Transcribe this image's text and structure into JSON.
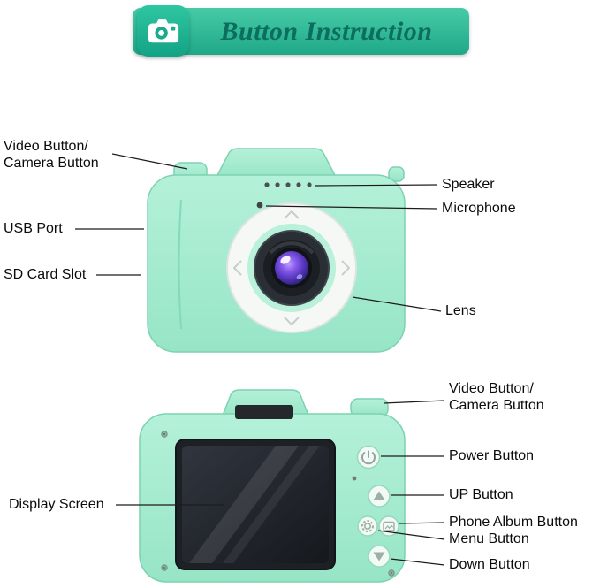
{
  "header": {
    "title": "Button Instruction",
    "icon": "camera-icon"
  },
  "front_view": {
    "video_camera_button": "Video Button/\nCamera Button",
    "usb_port": "USB Port",
    "sd_card_slot": "SD Card Slot",
    "speaker": "Speaker",
    "microphone": "Microphone",
    "lens": "Lens"
  },
  "back_view": {
    "video_camera_button": "Video Button/\nCamera Button",
    "power_button": "Power Button",
    "up_button": "UP Button",
    "phone_album_button": "Phone Album Button",
    "menu_button": "Menu Button",
    "down_button": "Down Button",
    "display_screen": "Display Screen"
  },
  "colors": {
    "banner_top": "#46cba6",
    "banner_bottom": "#1fa888",
    "banner_text": "#0c6e5e",
    "camera_mint": "#a6edd0",
    "camera_outline": "#7cd2b1",
    "lens_purple": "#5232b8",
    "screen_dark": "#1d2126"
  }
}
